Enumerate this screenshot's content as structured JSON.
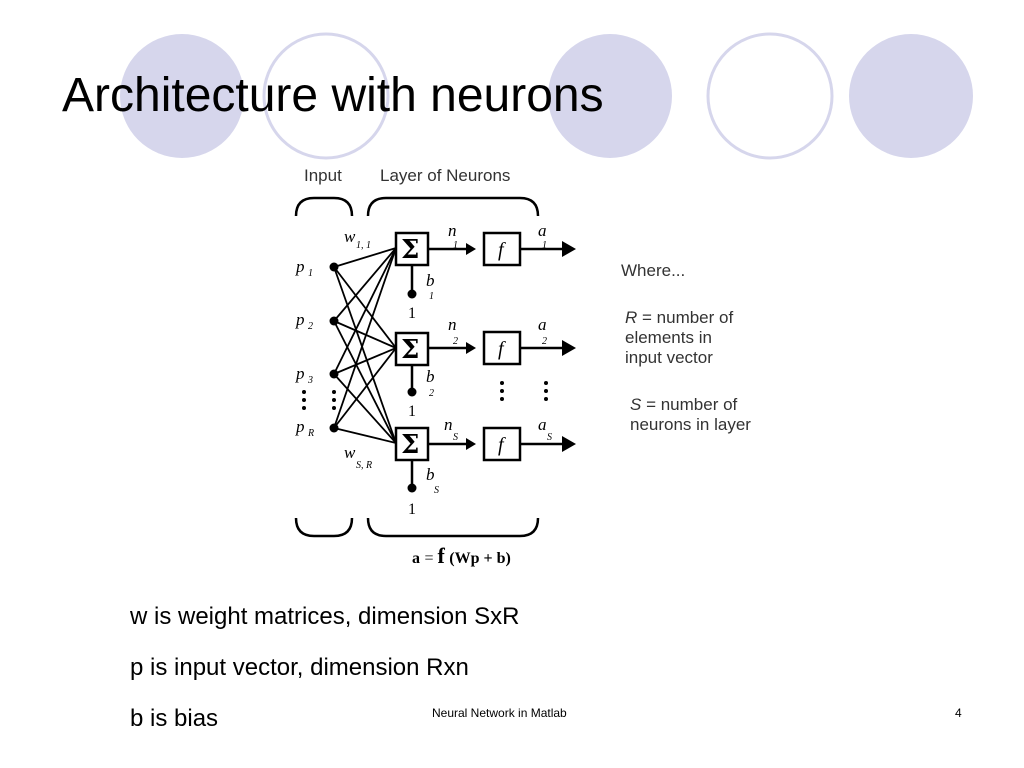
{
  "title": "Architecture with neurons",
  "diagram": {
    "input_header": "Input",
    "layer_header": "Layer of Neurons",
    "inputs": [
      {
        "sym": "p",
        "sub": "1"
      },
      {
        "sym": "p",
        "sub": "2"
      },
      {
        "sym": "p",
        "sub": "3"
      },
      {
        "sym": "p",
        "sub": "R"
      }
    ],
    "weight_top": {
      "sym": "w",
      "sub": "1, 1"
    },
    "weight_bottom": {
      "sym": "w",
      "sub": "S, R"
    },
    "sum_symbol": "Σ",
    "transfer_symbol": "f",
    "bias_input": "1",
    "neurons": [
      {
        "n": "n",
        "n_sub": "1",
        "a": "a",
        "a_sub": "1",
        "b": "b",
        "b_sub": "1"
      },
      {
        "n": "n",
        "n_sub": "2",
        "a": "a",
        "a_sub": "2",
        "b": "b",
        "b_sub": "2"
      },
      {
        "n": "n",
        "n_sub": "S",
        "a": "a",
        "a_sub": "S",
        "b": "b",
        "b_sub": "S"
      }
    ],
    "equation": {
      "a": "a",
      "eq": "= ",
      "f": "f",
      "rest": "(Wp + b)"
    },
    "legend": {
      "where": "Where...",
      "r_sym": "R",
      "r_line1": " = number of",
      "r_line2": "elements in",
      "r_line3": "input vector",
      "s_sym": "S",
      "s_line1": " = number of",
      "s_line2": "neurons in layer"
    }
  },
  "bullets": [
    "w is weight matrices, dimension SxR",
    "p is input vector, dimension Rxn",
    "b is bias"
  ],
  "footer": "Neural Network in Matlab",
  "page_number": "4",
  "colors": {
    "circle_fill": "#d6d6ec",
    "circle_stroke": "#d6d6ec",
    "outline_circle": "#ffffff"
  }
}
